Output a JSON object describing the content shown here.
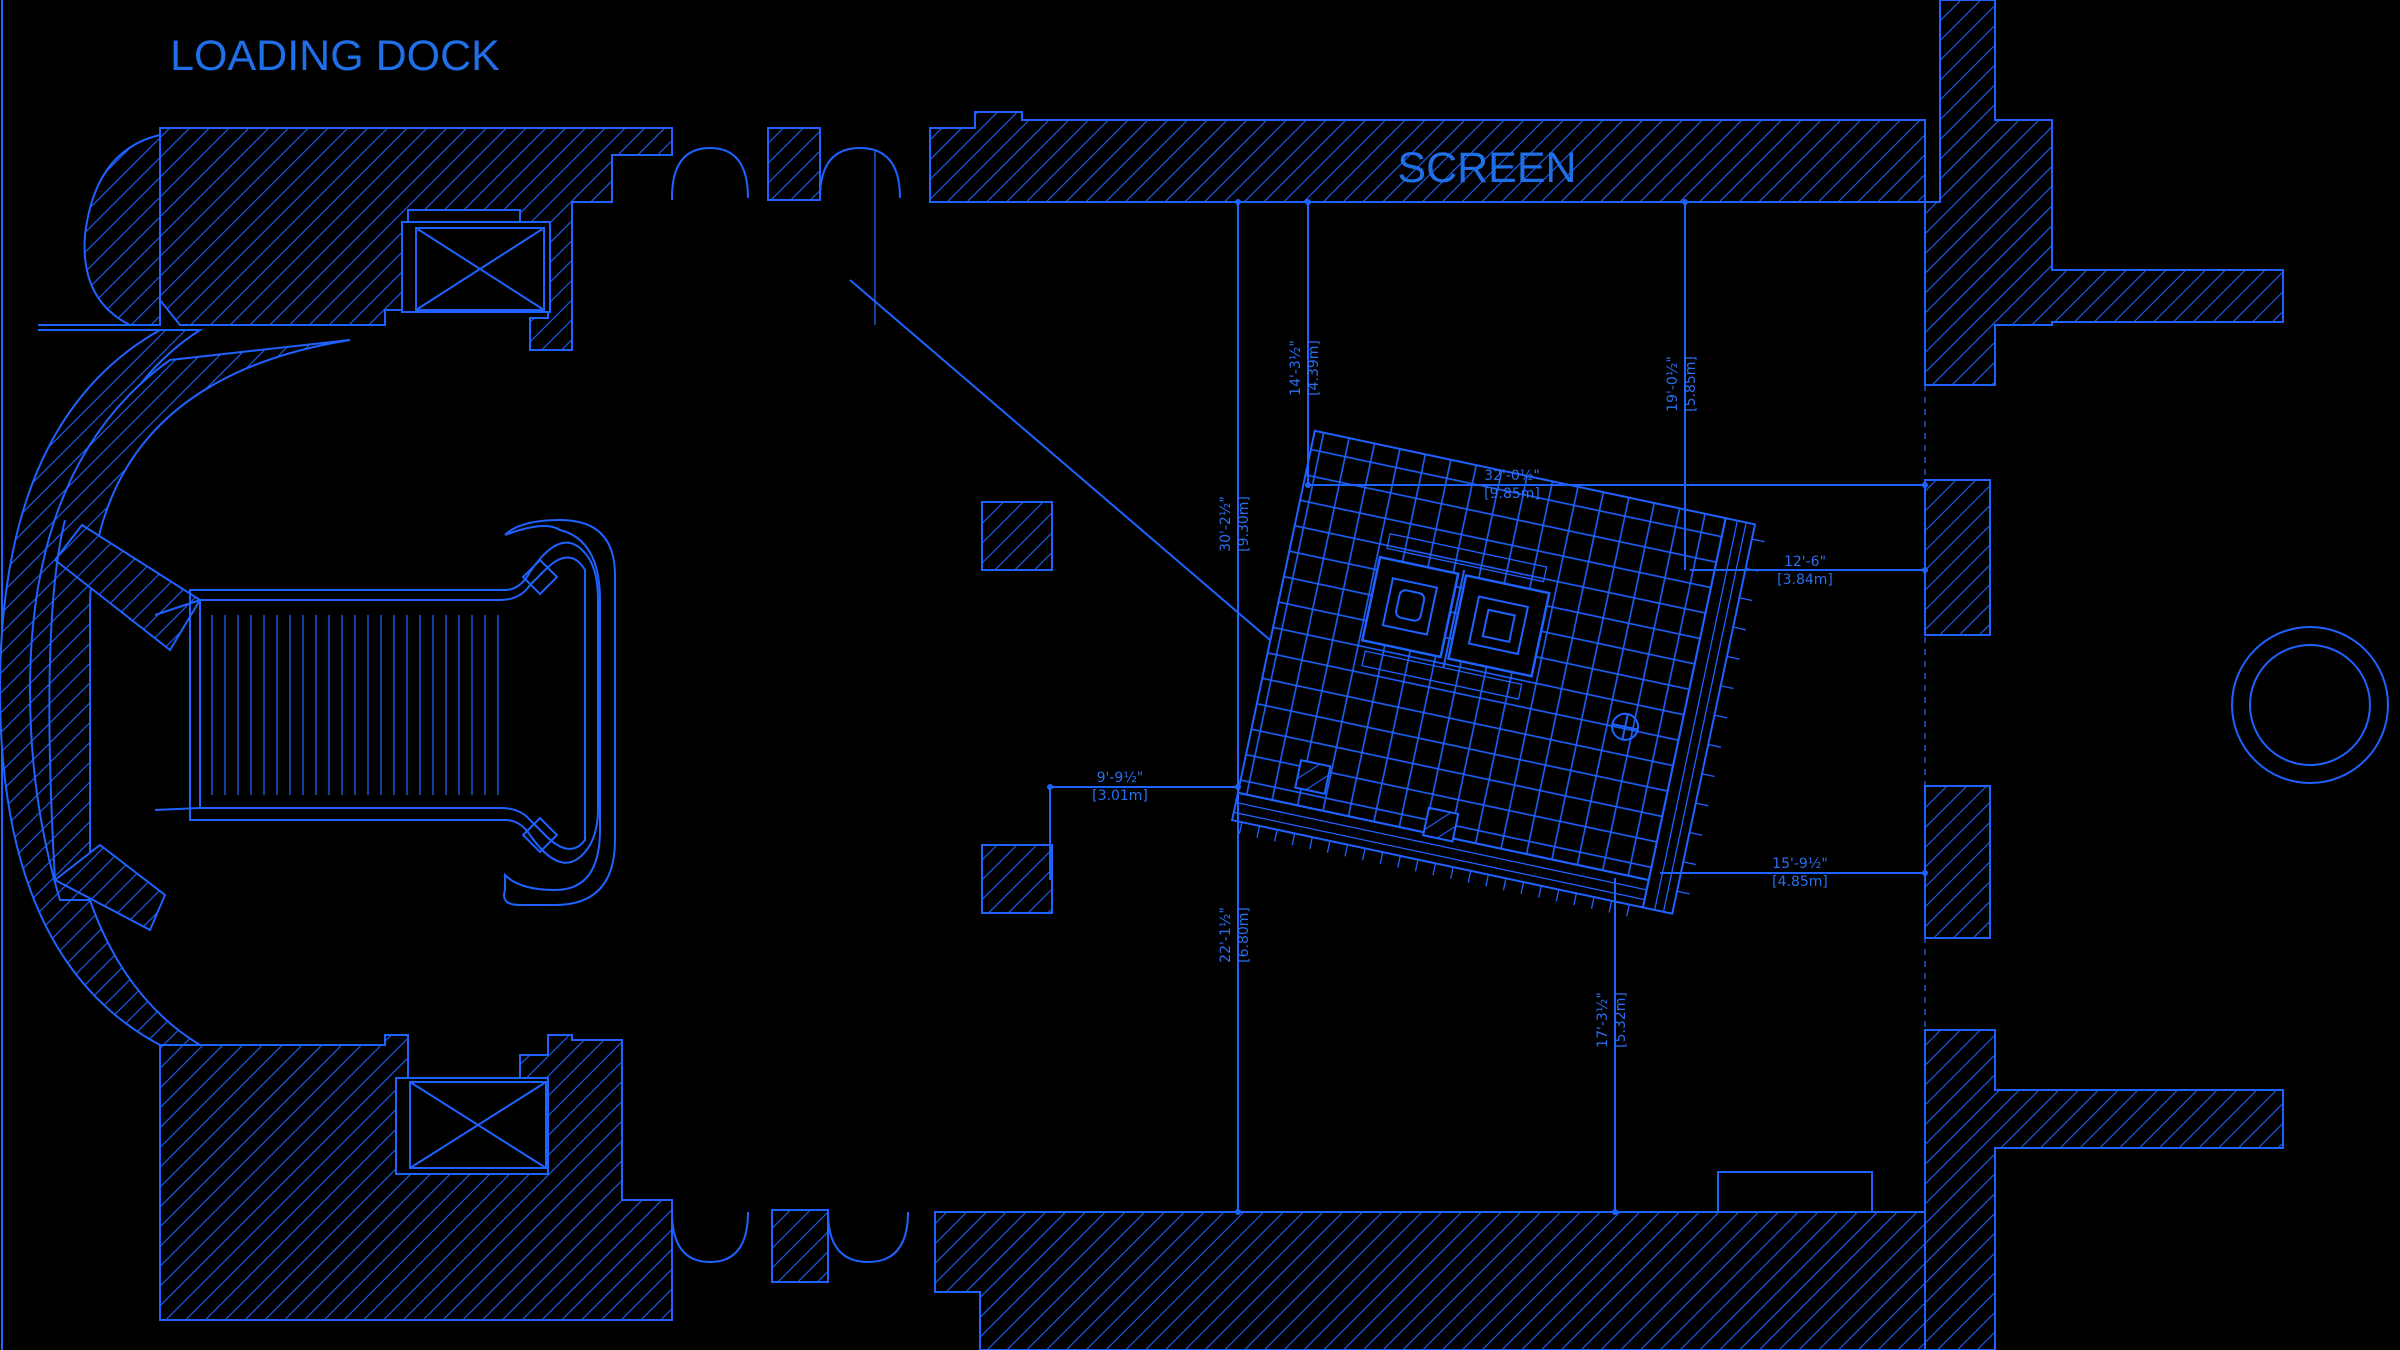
{
  "labels": {
    "loading_dock": "LOADING DOCK",
    "screen": "SCREEN"
  },
  "dimensions": {
    "d1": {
      "imperial": "14'-3½\"",
      "metric": "[4.39m]"
    },
    "d2": {
      "imperial": "19'-0½\"",
      "metric": "[5.85m]"
    },
    "d3": {
      "imperial": "30'-2½\"",
      "metric": "[9.30m]"
    },
    "d4": {
      "imperial": "32'-0½\"",
      "metric": "[9.85m]"
    },
    "d5": {
      "imperial": "12'-6\"",
      "metric": "[3.84m]"
    },
    "d6": {
      "imperial": "9'-9½\"",
      "metric": "[3.01m]"
    },
    "d7": {
      "imperial": "15'-9½\"",
      "metric": "[4.85m]"
    },
    "d8": {
      "imperial": "22'-1½\"",
      "metric": "[6.80m]"
    },
    "d9": {
      "imperial": "17'-3½\"",
      "metric": "[5.32m]"
    }
  },
  "colors": {
    "background": "#000000",
    "linework": "#1e62ff",
    "label": "#1f6fe8"
  }
}
